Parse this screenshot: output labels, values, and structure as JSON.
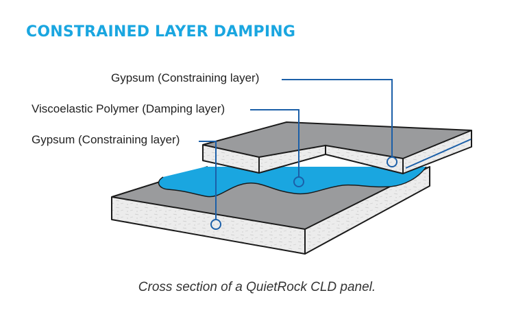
{
  "title": "CONSTRAINED LAYER DAMPING",
  "labels": {
    "top_gypsum": "Gypsum (Constraining layer)",
    "polymer": "Viscoelastic Polymer (Damping layer)",
    "bottom_gypsum": "Gypsum (Constraining layer)"
  },
  "caption": "Cross section of a QuietRock CLD panel.",
  "colors": {
    "title": "#1aa6e0",
    "polymer": "#1aa6e0",
    "leader_line": "#1b5fa8",
    "panel_top": "#9a9b9d",
    "panel_edge": "#ececec",
    "outline": "#1a1a1a"
  }
}
